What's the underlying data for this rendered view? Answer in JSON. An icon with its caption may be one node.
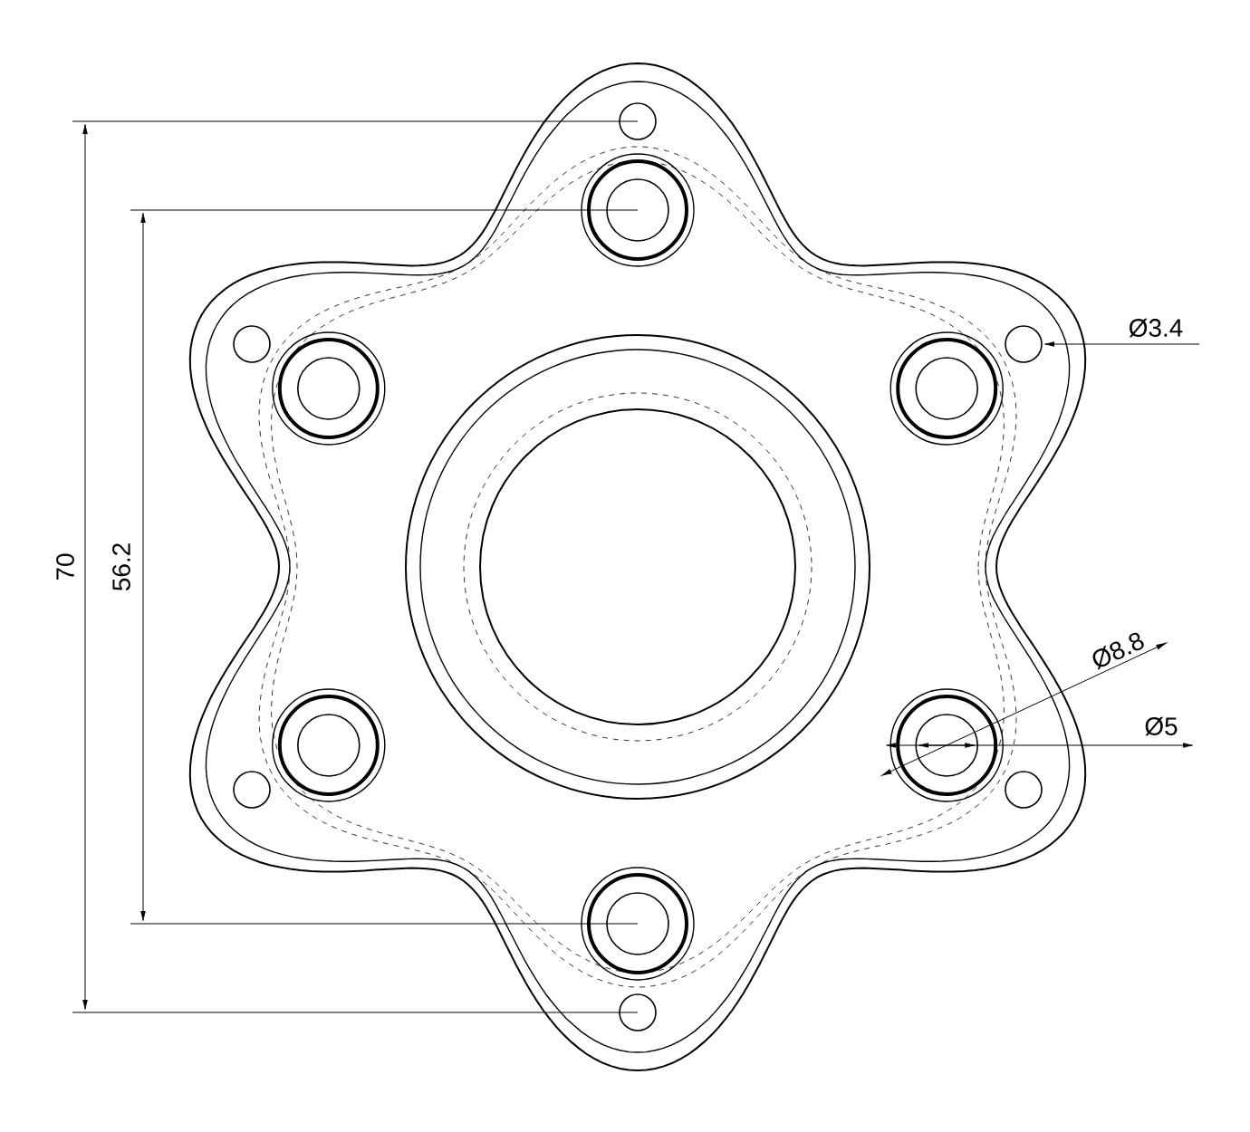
{
  "diagram": {
    "labels": [
      "70",
      "56.2",
      "Ø3.4",
      "Ø8.8",
      "Ø5"
    ]
  }
}
